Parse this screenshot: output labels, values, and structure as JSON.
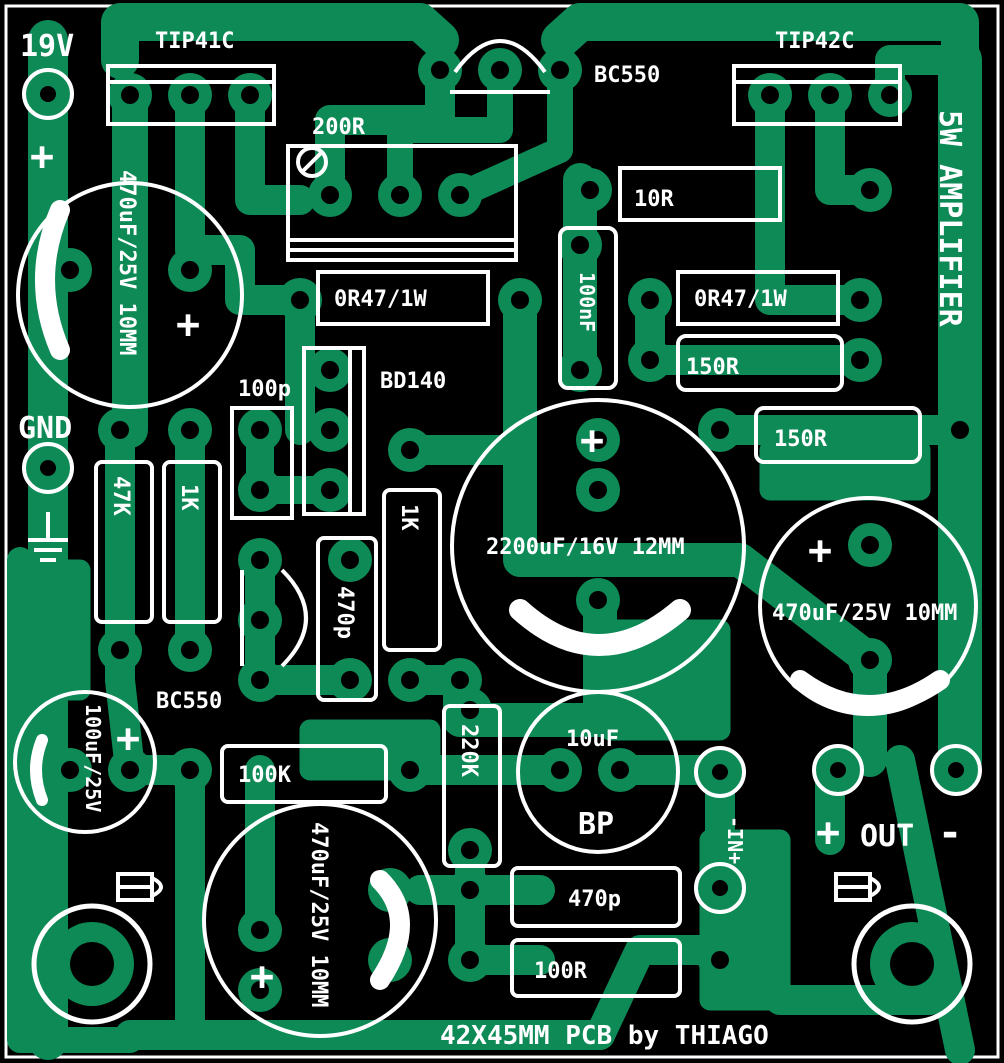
{
  "title": "5W AMPLIFIER",
  "footer": "42X45MM PCB by THIAGO",
  "colors": {
    "board": "#000000",
    "copper": "#0e8a57",
    "silk": "#ffffff"
  },
  "power": {
    "vplus": "19V",
    "plus": "+",
    "gnd": "GND"
  },
  "input": {
    "label": "-IN+"
  },
  "output": {
    "label": "OUT",
    "plus": "+",
    "minus": "-"
  },
  "parts": {
    "tip41": "TIP41C",
    "tip42": "TIP42C",
    "bc550_top": "BC550",
    "bc550_left": "BC550",
    "bd140": "BD140",
    "trim": "200R",
    "r10": "10R",
    "r047a": "0R47/1W",
    "r047b": "0R47/1W",
    "c100n": "100nF",
    "r150a": "150R",
    "r150b": "150R",
    "c100p": "100p",
    "r47k": "47K",
    "r1k_a": "1K",
    "r1k_b": "1K",
    "c470p_v": "470p",
    "r220k": "220K",
    "r100k": "100K",
    "c470p_h": "470p",
    "r100r": "100R",
    "c10u": "10uF",
    "bp": "BP",
    "cap_tl": "470uF/25V 10MM",
    "cap_big": "2200uF/16V 12MM",
    "cap_right": "470uF/25V 10MM",
    "cap_bottom": "470uF/25V 10MM",
    "cap_100u": "100uF/25V",
    "cap_plus": "+"
  }
}
